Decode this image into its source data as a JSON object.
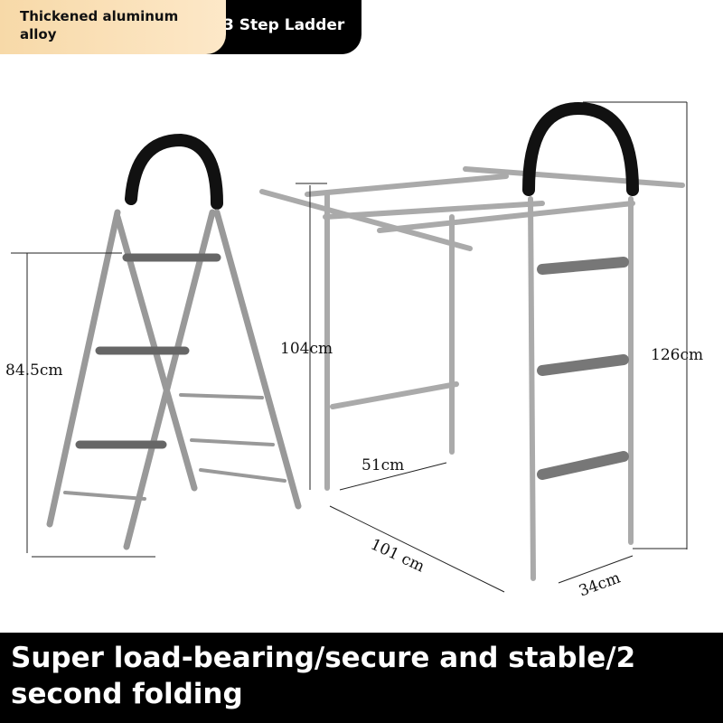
{
  "header": {
    "material_tag": "Thickened aluminum alloy",
    "model_tag": "3 Step Ladder"
  },
  "dimensions": {
    "folded_ladder_height": "84.5cm",
    "rack_height": "104cm",
    "rack_depth": "51cm",
    "rack_length": "101 cm",
    "ladder_width": "34cm",
    "total_height": "126cm"
  },
  "footer": {
    "slogan": "Super load-bearing/secure and stable/2 second folding"
  },
  "colors": {
    "accent": "#f7d9a8",
    "banner": "#000000"
  }
}
